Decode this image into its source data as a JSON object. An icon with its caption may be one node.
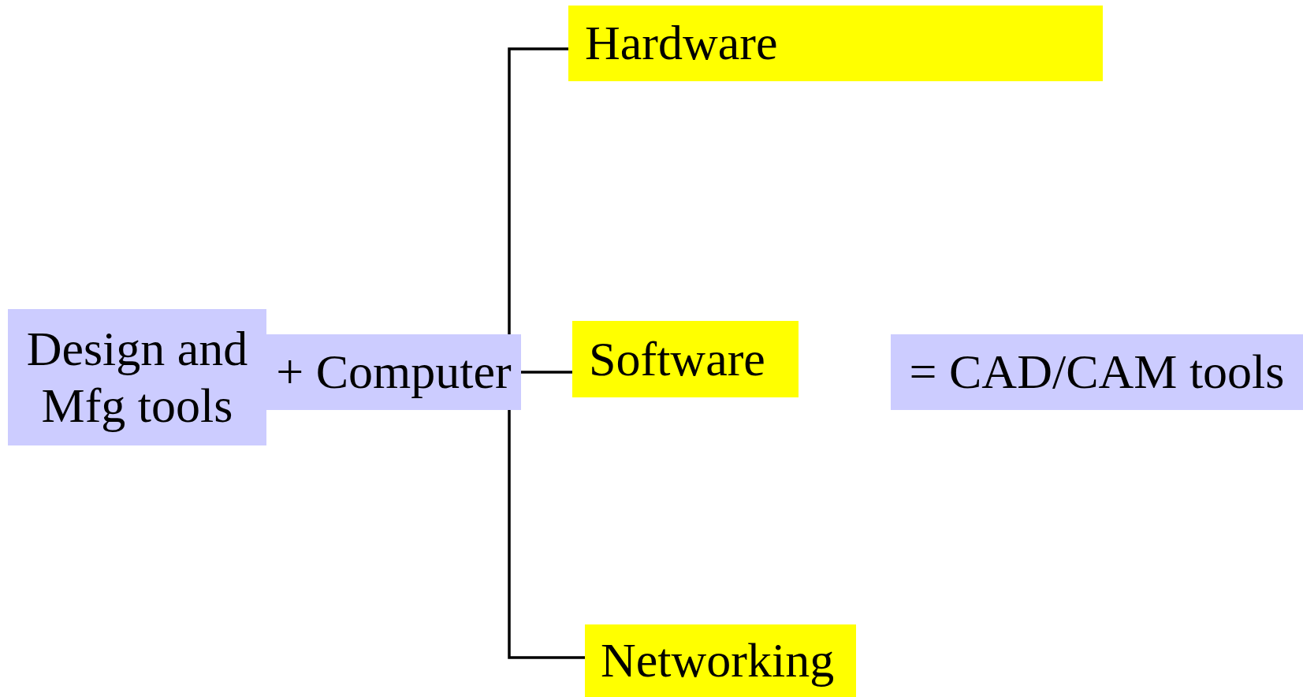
{
  "diagram": {
    "nodes": [
      {
        "text": [
          "Design and Mfg tools"
        ]
      },
      {
        "text": [
          "+ Computer"
        ]
      },
      {
        "text": [
          "Hardware"
        ]
      },
      {
        "text": [
          "Software"
        ]
      },
      {
        "text": [
          "Networking"
        ]
      },
      {
        "text": [
          "= CAD/CAM tools"
        ]
      }
    ],
    "edges": [
      {
        "from": 1,
        "to": 2,
        "arrow": "none"
      },
      {
        "from": 1,
        "to": 3,
        "arrow": "none"
      },
      {
        "from": 1,
        "to": 4,
        "arrow": "none"
      }
    ]
  }
}
